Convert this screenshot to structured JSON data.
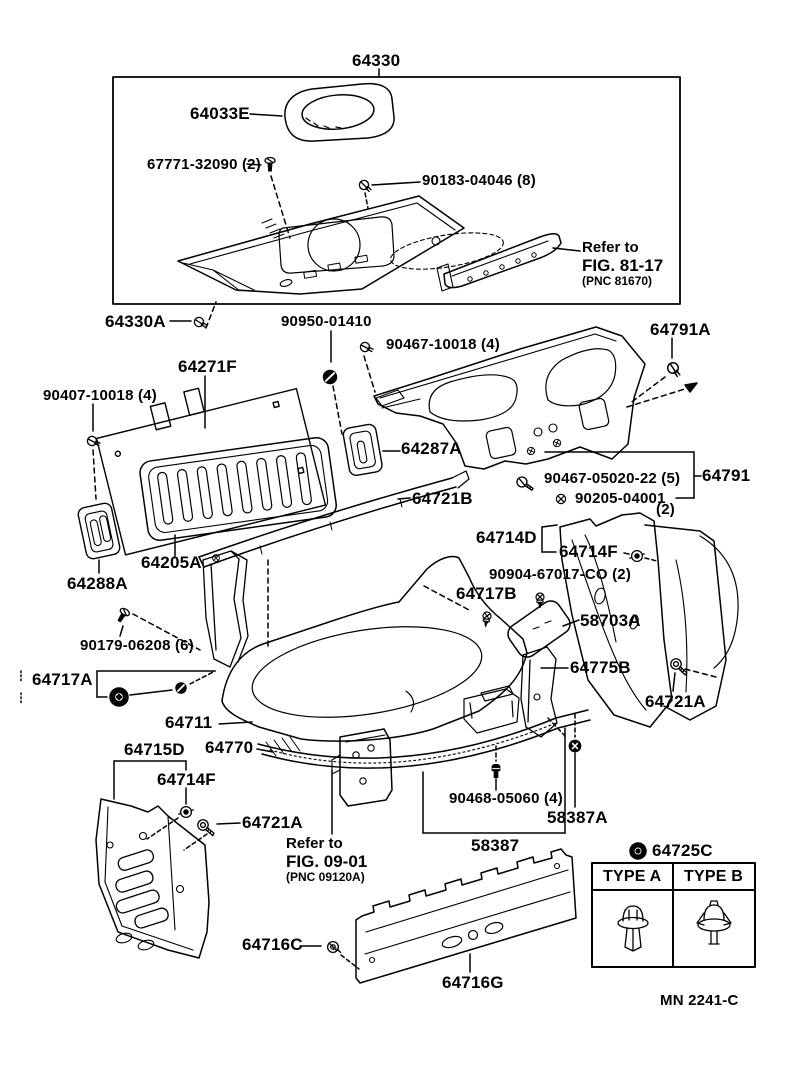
{
  "figure": {
    "code": "MN 2241-C",
    "callouts": {
      "c64330": "64330",
      "c64033E": "64033E",
      "c67771": "67771-32090 (2)",
      "c90183": "90183-04046 (8)",
      "c64330A": "64330A",
      "c90950": "90950-01410",
      "c90467_10018": "90467-10018 (4)",
      "c64271F": "64271F",
      "c90407": "90407-10018 (4)",
      "c64287A": "64287A",
      "c64791A": "64791A",
      "c90467_05020": "90467-05020-22 (5)",
      "c64791": "64791",
      "c90205": "90205-04001",
      "qty2": "(2)",
      "c64714D": "64714D",
      "c64714F": "64714F",
      "c90904": "90904-67017-CO (2)",
      "c64717B": "64717B",
      "c58703A": "58703A",
      "c64775B": "64775B",
      "c64721A": "64721A",
      "c64721B": "64721B",
      "c64205A": "64205A",
      "c64288A": "64288A",
      "c90179": "90179-06208 (6)",
      "c64717A": "64717A",
      "c64711": "64711",
      "c64715D": "64715D",
      "c64770": "64770",
      "c90468": "90468-05060 (4)",
      "c58387A": "58387A",
      "c58387": "58387",
      "c64716C": "64716C",
      "c64716G": "64716G",
      "c64725C": "64725C"
    },
    "refs": {
      "fig8117": {
        "l1": "Refer to",
        "l2": "FIG. 81-17",
        "l3": "(PNC 81670)"
      },
      "fig0901": {
        "l1": "Refer to",
        "l2": "FIG. 09-01",
        "l3": "(PNC 09120A)"
      }
    },
    "legend": {
      "type_a": "TYPE A",
      "type_b": "TYPE B"
    }
  }
}
